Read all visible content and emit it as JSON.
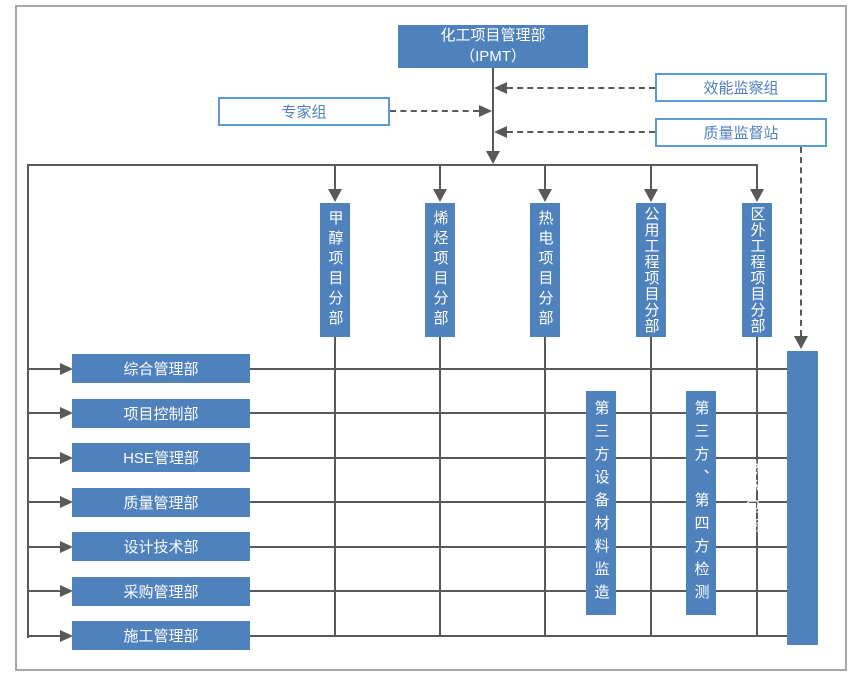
{
  "chart": {
    "header": {
      "title_line1": "化工项目管理部",
      "title_line2": "（IPMT）"
    },
    "advisory": {
      "expert_group": "专家组",
      "efficiency_group": "效能监察组",
      "quality_station": "质量监督站"
    },
    "divisions": [
      "甲醇项目分部",
      "烯烃项目分部",
      "热电项目分部",
      "公用工程项目分部",
      "区外工程项目分部"
    ],
    "departments": [
      "综合管理部",
      "项目控制部",
      "HSE管理部",
      "质量管理部",
      "设计技术部",
      "采购管理部",
      "施工管理部"
    ],
    "third_party": [
      "第三方设备材料监造",
      "第三方、第四方检测"
    ],
    "contractor": {
      "supervisor": "监理",
      "general_contractor": "总承包商"
    },
    "colors": {
      "box_fill": "#4f81bd",
      "box_border_light": "#5b9bd5",
      "text_on_fill": "#ffffff",
      "text_blue": "#4f81bd",
      "line": "#595959",
      "outer_border": "#a8a8a8"
    }
  }
}
